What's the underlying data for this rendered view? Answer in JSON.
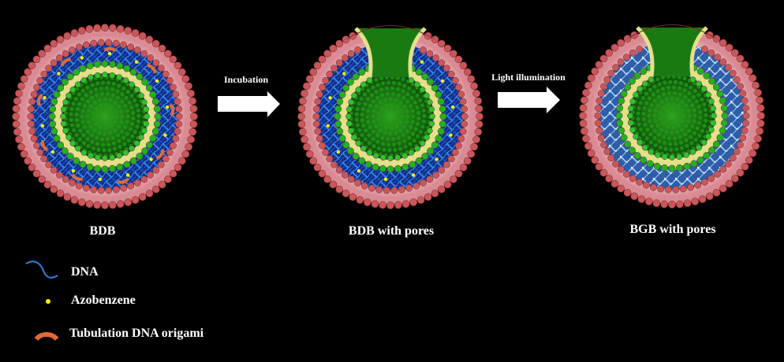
{
  "stages": [
    {
      "label": "BDB"
    },
    {
      "label": "BDB with pores"
    },
    {
      "label": "BGB with pores"
    }
  ],
  "arrows": [
    {
      "label": "Incubation"
    },
    {
      "label": "Light illumination"
    }
  ],
  "legend": [
    {
      "label": "DNA",
      "icon": "dna-strand-icon"
    },
    {
      "label": "Azobenzene",
      "icon": "azobenzene-dot-icon"
    },
    {
      "label": "Tubulation DNA origami",
      "icon": "dna-origami-arc-icon"
    }
  ],
  "colors": {
    "background": "#000000",
    "lipid_head": "#c9575a",
    "lipid_tail": "#e7a3ac",
    "dna_network": "#2a5fd6",
    "gel_network": "#7fb2e8",
    "inner_lipid_head": "#22b21e",
    "inner_tail": "#e4e08a",
    "core": "#1a7a12",
    "azobenzene": "#fff200",
    "origami": "#e26a35"
  }
}
